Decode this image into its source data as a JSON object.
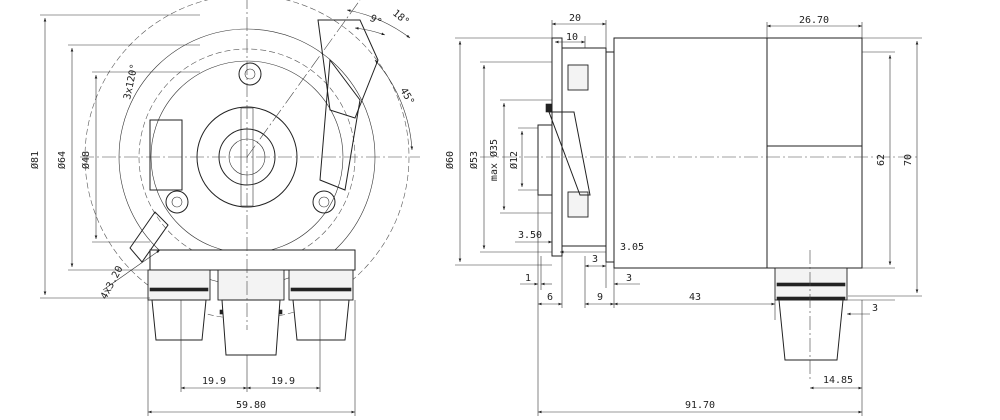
{
  "front_view": {
    "diameters": [
      "Ø81",
      "Ø64",
      "Ø48"
    ],
    "bolt_pattern": "3x120°",
    "hole_pattern": "4x3.20",
    "angles": [
      "18°",
      "9°",
      "45°"
    ],
    "spacing": [
      "19.9",
      "19.9"
    ],
    "total_width": "59.80"
  },
  "side_view": {
    "diameters": [
      "Ø60",
      "Ø53",
      "max Ø35",
      "Ø12"
    ],
    "top_dims": [
      "20",
      "10",
      "26.70"
    ],
    "right_dims": [
      "62",
      "70"
    ],
    "flange_dims": [
      "3.50",
      "3.05"
    ],
    "bottom_dims": [
      "1",
      "6",
      "3",
      "9",
      "3",
      "43"
    ],
    "connector_dims": [
      "3",
      "14.85"
    ],
    "total_length": "91.70"
  }
}
